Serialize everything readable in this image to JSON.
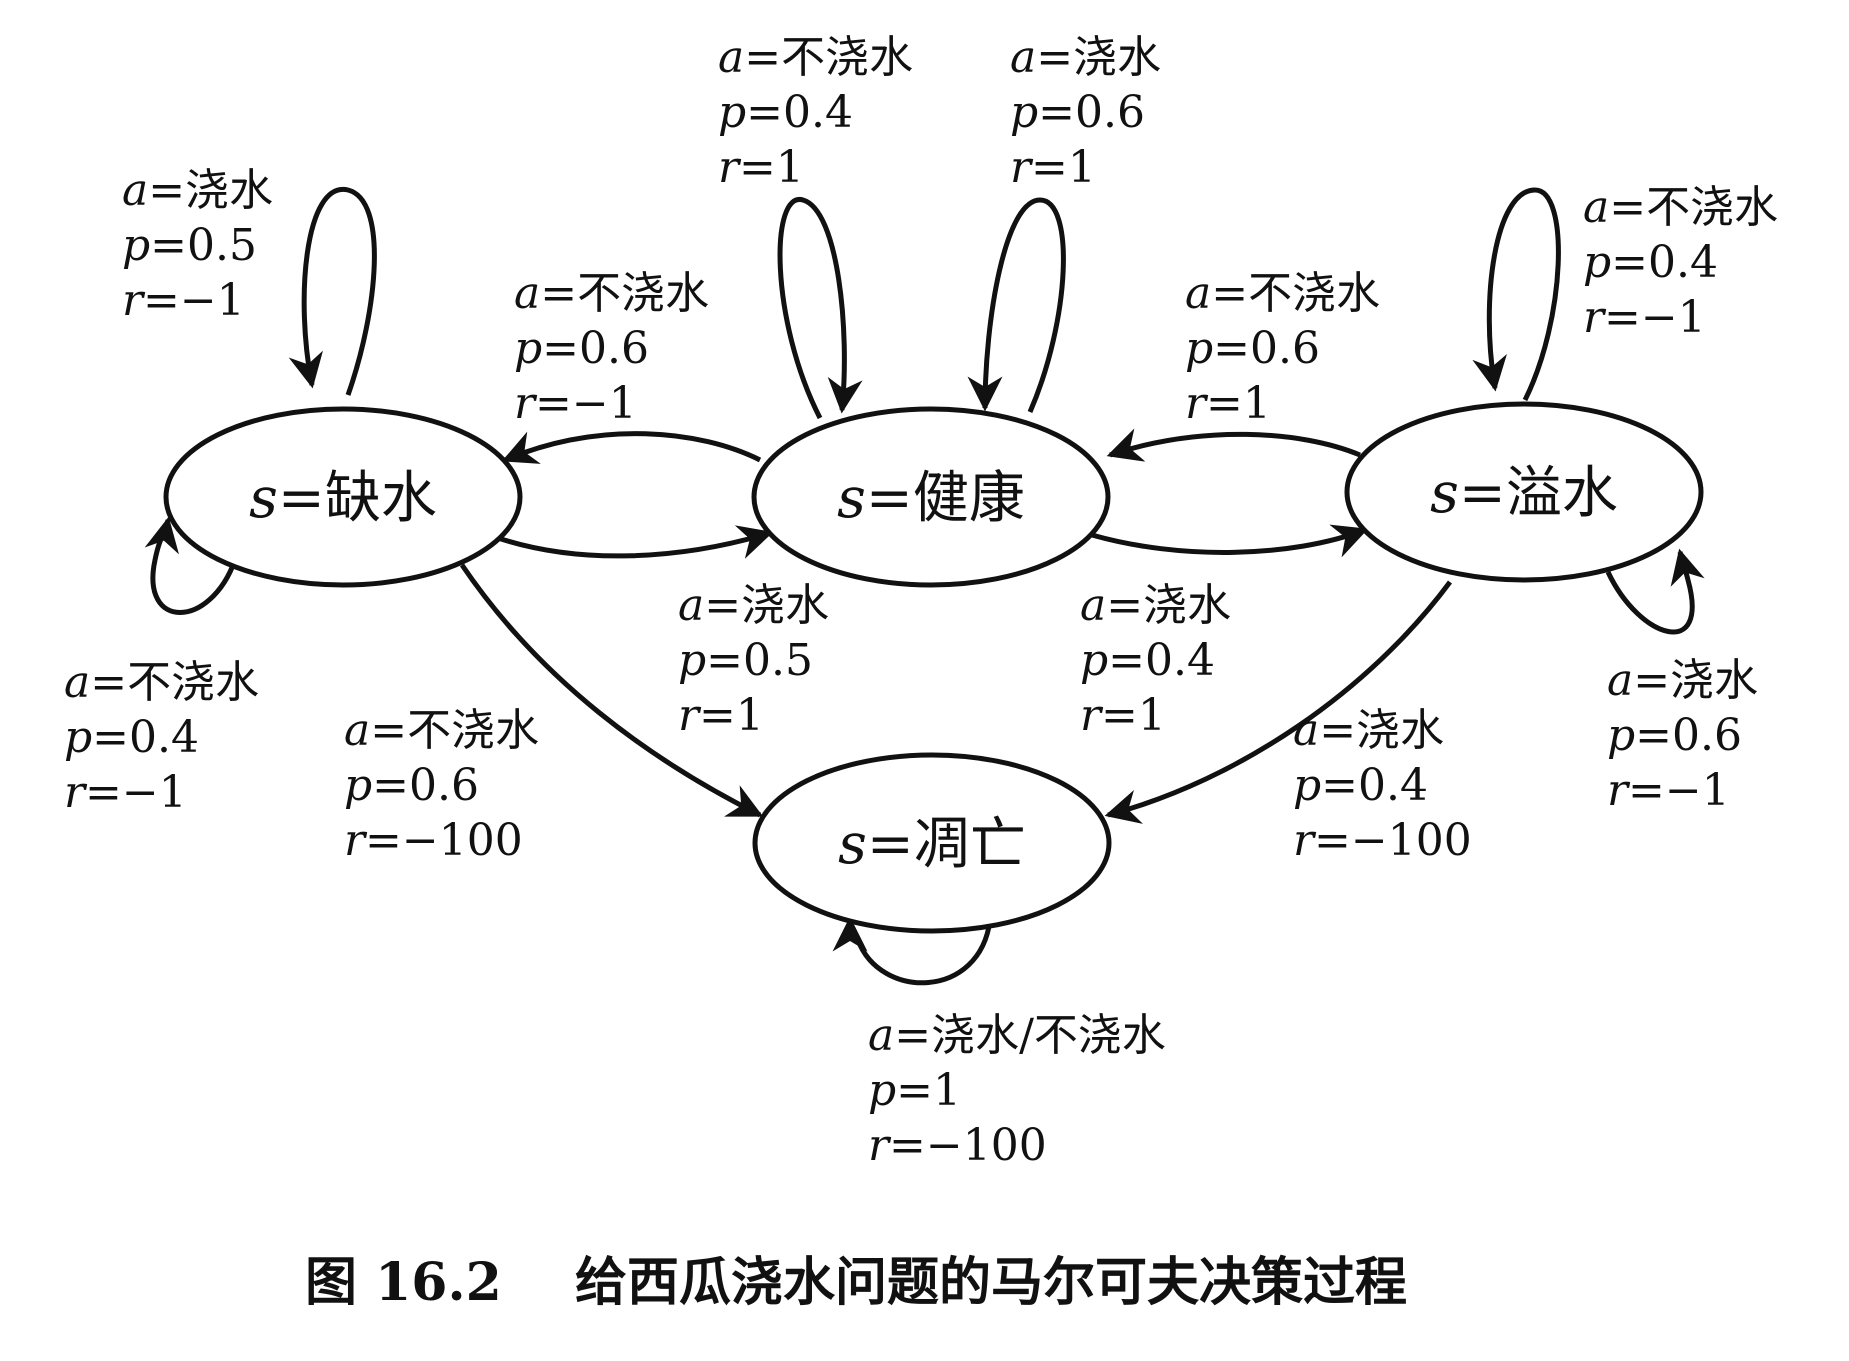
{
  "nodes": [
    {
      "id": "thirsty",
      "var": "s",
      "label": "=缺水"
    },
    {
      "id": "healthy",
      "var": "s",
      "label": "=健康"
    },
    {
      "id": "overflow",
      "var": "s",
      "label": "=溢水"
    },
    {
      "id": "dead",
      "var": "s",
      "label": "=凋亡"
    }
  ],
  "edges": [
    {
      "id": "thirsty-self-water",
      "a": "=浇水",
      "p": "=0.5",
      "r": "=−1"
    },
    {
      "id": "thirsty-self-nowater",
      "a": "=不浇水",
      "p": "=0.4",
      "r": "=−1"
    },
    {
      "id": "healthy-to-thirsty",
      "a": "=不浇水",
      "p": "=0.6",
      "r": "=−1"
    },
    {
      "id": "healthy-self-nowater",
      "a": "=不浇水",
      "p": "=0.4",
      "r": "=1"
    },
    {
      "id": "healthy-self-water",
      "a": "=浇水",
      "p": "=0.6",
      "r": "=1"
    },
    {
      "id": "overflow-to-healthy",
      "a": "=不浇水",
      "p": "=0.6",
      "r": "=1"
    },
    {
      "id": "overflow-self-nowater",
      "a": "=不浇水",
      "p": "=0.4",
      "r": "=−1"
    },
    {
      "id": "thirsty-to-healthy",
      "a": "=浇水",
      "p": "=0.5",
      "r": "=1"
    },
    {
      "id": "healthy-to-overflow",
      "a": "=浇水",
      "p": "=0.4",
      "r": "=1"
    },
    {
      "id": "overflow-self-water",
      "a": "=浇水",
      "p": "=0.6",
      "r": "=−1"
    },
    {
      "id": "thirsty-to-dead",
      "a": "=不浇水",
      "p": "=0.6",
      "r": "=−100"
    },
    {
      "id": "overflow-to-dead",
      "a": "=浇水",
      "p": "=0.4",
      "r": "=−100"
    },
    {
      "id": "dead-self",
      "a": "=浇水/不浇水",
      "p": "=1",
      "r": "=−100"
    }
  ],
  "caption": {
    "figure_label": "图 16.2",
    "title": "给西瓜浇水问题的马尔可夫决策过程"
  }
}
